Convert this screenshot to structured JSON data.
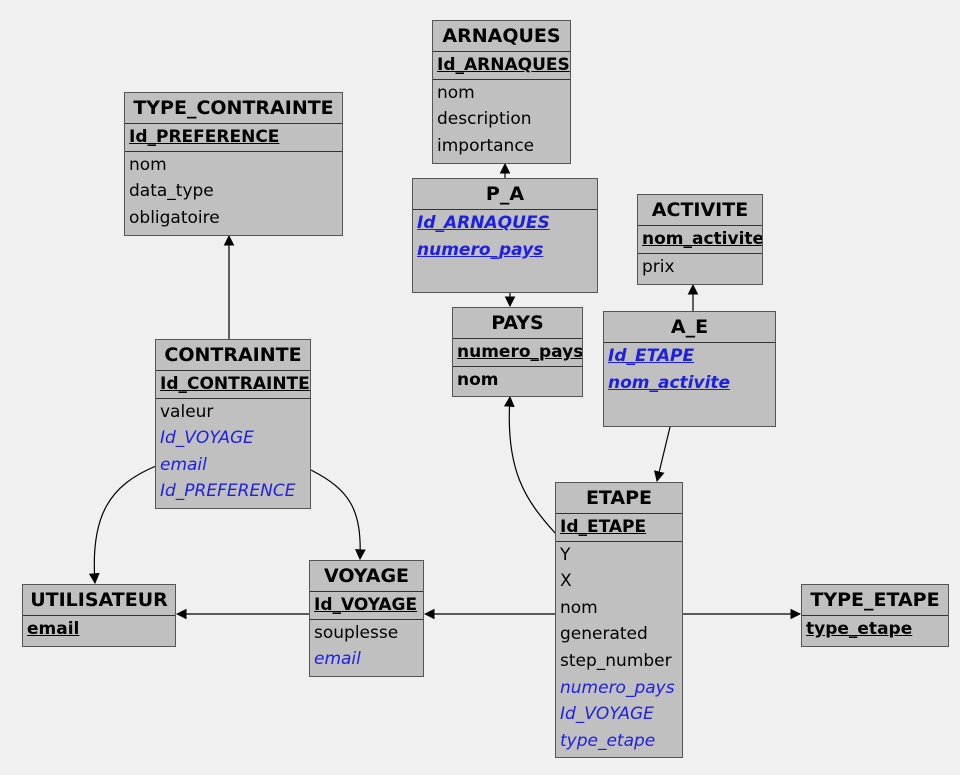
{
  "entities": {
    "arnaques": {
      "name": "ARNAQUES",
      "attrs": [
        {
          "text": "Id_ARNAQUES",
          "kind": "pk"
        },
        {
          "text": "nom",
          "kind": "plain"
        },
        {
          "text": "description",
          "kind": "plain"
        },
        {
          "text": "importance",
          "kind": "plain"
        }
      ]
    },
    "type_contrainte": {
      "name": "TYPE_CONTRAINTE",
      "attrs": [
        {
          "text": "Id_PREFERENCE",
          "kind": "pk"
        },
        {
          "text": "nom",
          "kind": "plain"
        },
        {
          "text": "data_type",
          "kind": "plain"
        },
        {
          "text": "obligatoire",
          "kind": "plain"
        }
      ]
    },
    "p_a": {
      "name": "P_A",
      "attrs": [
        {
          "text": "Id_ARNAQUES",
          "kind": "pkfk"
        },
        {
          "text": "numero_pays",
          "kind": "pkfk"
        }
      ]
    },
    "activite": {
      "name": "ACTIVITE",
      "attrs": [
        {
          "text": "nom_activite",
          "kind": "pk"
        },
        {
          "text": "prix",
          "kind": "plain"
        }
      ]
    },
    "pays": {
      "name": "PAYS",
      "attrs": [
        {
          "text": "numero_pays",
          "kind": "pk"
        },
        {
          "text": "nom",
          "kind": "pk-nounder"
        }
      ]
    },
    "a_e": {
      "name": "A_E",
      "attrs": [
        {
          "text": "Id_ETAPE",
          "kind": "pkfk"
        },
        {
          "text": "nom_activite",
          "kind": "pkfk"
        }
      ]
    },
    "contrainte": {
      "name": "CONTRAINTE",
      "attrs": [
        {
          "text": "Id_CONTRAINTE",
          "kind": "pk"
        },
        {
          "text": "valeur",
          "kind": "plain"
        },
        {
          "text": "Id_VOYAGE",
          "kind": "fk"
        },
        {
          "text": "email",
          "kind": "fk"
        },
        {
          "text": "Id_PREFERENCE",
          "kind": "fk"
        }
      ]
    },
    "etape": {
      "name": "ETAPE",
      "attrs": [
        {
          "text": "Id_ETAPE",
          "kind": "pk"
        },
        {
          "text": "Y",
          "kind": "plain"
        },
        {
          "text": "X",
          "kind": "plain"
        },
        {
          "text": "nom",
          "kind": "plain"
        },
        {
          "text": "generated",
          "kind": "plain"
        },
        {
          "text": "step_number",
          "kind": "plain"
        },
        {
          "text": "numero_pays",
          "kind": "fk"
        },
        {
          "text": "Id_VOYAGE",
          "kind": "fk"
        },
        {
          "text": "type_etape",
          "kind": "fk"
        }
      ]
    },
    "voyage": {
      "name": "VOYAGE",
      "attrs": [
        {
          "text": "Id_VOYAGE",
          "kind": "pk"
        },
        {
          "text": "souplesse",
          "kind": "plain"
        },
        {
          "text": "email",
          "kind": "fk"
        }
      ]
    },
    "utilisateur": {
      "name": "UTILISATEUR",
      "attrs": [
        {
          "text": "email",
          "kind": "pk"
        }
      ]
    },
    "type_etape": {
      "name": "TYPE_ETAPE",
      "attrs": [
        {
          "text": "type_etape",
          "kind": "pk"
        }
      ]
    }
  },
  "colors": {
    "background": "#f0f0f0",
    "entity_fill": "#c0c0c0",
    "foreign_key": "#1f1fe0",
    "line": "#000000"
  }
}
